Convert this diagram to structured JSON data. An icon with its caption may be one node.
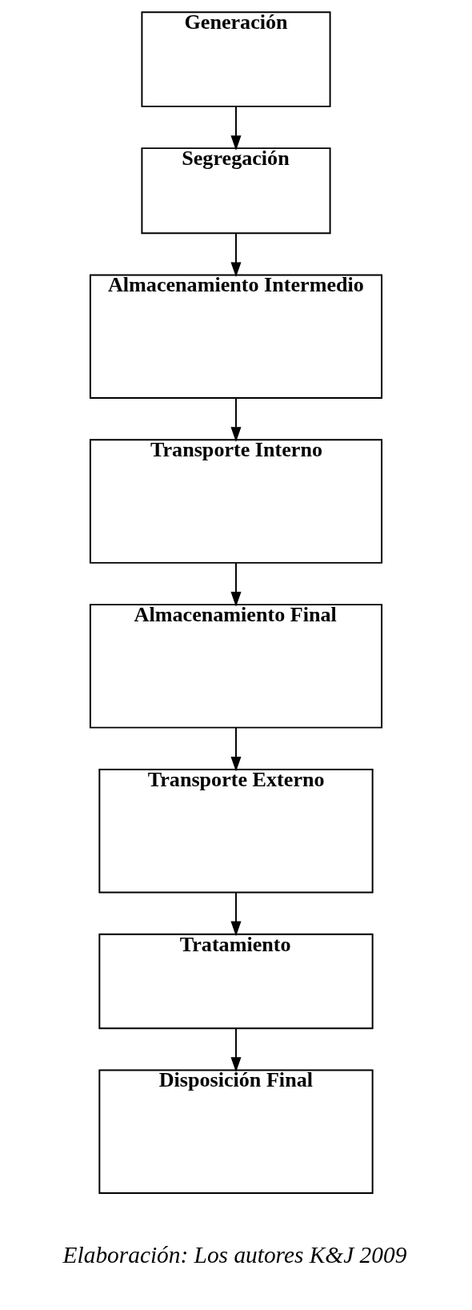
{
  "diagram": {
    "caption": "Elaboración: Los autores K&J 2009",
    "nodes": [
      {
        "text": [
          "Generación"
        ]
      },
      {
        "text": [
          "Segregación"
        ]
      },
      {
        "text": [
          "Almacenamiento Intermedio"
        ]
      },
      {
        "text": [
          "Transporte Interno"
        ]
      },
      {
        "text": [
          "Almacenamiento Final"
        ]
      },
      {
        "text": [
          "Transporte Externo"
        ]
      },
      {
        "text": [
          "Tratamiento"
        ]
      },
      {
        "text": [
          "Disposición Final"
        ]
      }
    ],
    "edges": [
      {
        "from": 0,
        "to": 1,
        "arrow": "to"
      },
      {
        "from": 1,
        "to": 2,
        "arrow": "to"
      },
      {
        "from": 2,
        "to": 3,
        "arrow": "to"
      },
      {
        "from": 3,
        "to": 4,
        "arrow": "to"
      },
      {
        "from": 4,
        "to": 5,
        "arrow": "to"
      },
      {
        "from": 5,
        "to": 6,
        "arrow": "to"
      },
      {
        "from": 6,
        "to": 7,
        "arrow": "to"
      }
    ]
  }
}
